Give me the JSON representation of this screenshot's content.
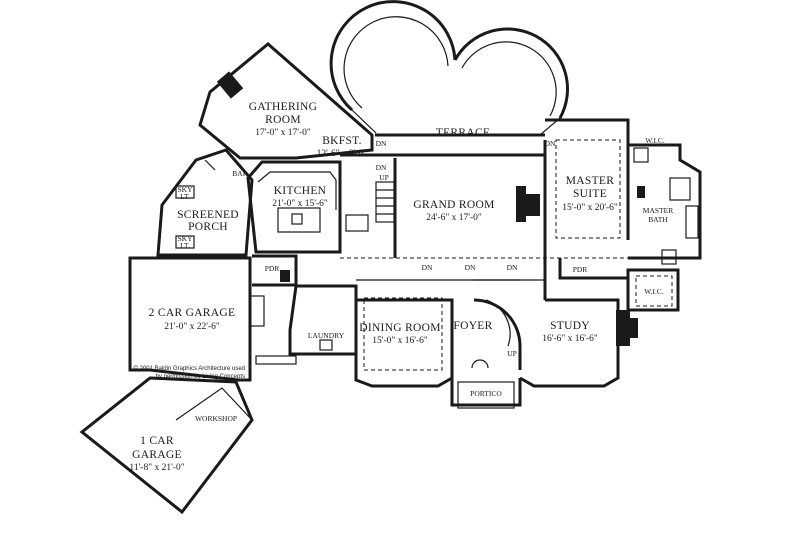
{
  "rooms": {
    "gathering": {
      "name_line1": "GATHERING",
      "name_line2": "ROOM",
      "dims": "17'-0\" x 17'-0\""
    },
    "bkfst": {
      "name": "BKFST.",
      "dims": "12'-6\" x 9'-0\""
    },
    "terrace": {
      "name": "TERRACE"
    },
    "kitchen": {
      "name": "KITCHEN",
      "dims": "21'-0\" x 15'-6\""
    },
    "bar": {
      "name": "BAR"
    },
    "screened_porch": {
      "name_line1": "SCREENED",
      "name_line2": "PORCH"
    },
    "grand_room": {
      "name": "GRAND ROOM",
      "dims": "24'-6\" x 17'-0\""
    },
    "master_suite": {
      "name_line1": "MASTER",
      "name_line2": "SUITE",
      "dims": "15'-0\" x 20'-6\""
    },
    "wic_top": {
      "name": "W.I.C."
    },
    "master_bath": {
      "name_line1": "MASTER",
      "name_line2": "BATH"
    },
    "wic_bottom": {
      "name": "W.I.C."
    },
    "pdr_left": {
      "name": "PDR"
    },
    "pdr_right": {
      "name": "PDR"
    },
    "garage2": {
      "name": "2 CAR GARAGE",
      "dims": "21'-0\" x 22'-6\""
    },
    "laundry": {
      "name": "LAUNDRY"
    },
    "dining": {
      "name": "DINING ROOM",
      "dims": "15'-0\" x 16'-6\""
    },
    "foyer": {
      "name": "FOYER"
    },
    "study": {
      "name": "STUDY",
      "dims": "16'-6\" x 16'-6\""
    },
    "portico": {
      "name": "PORTICO"
    },
    "workshop": {
      "name": "WORKSHOP"
    },
    "garage1": {
      "name_line1": "1 CAR",
      "name_line2": "GARAGE",
      "dims": "11'-8\" x 21'-0\""
    }
  },
  "markers": {
    "dn": "DN",
    "up": "UP",
    "skylight_line1": "SKY",
    "skylight_line2": "LT."
  },
  "copyright": {
    "line1": "© 2001 Baldin Graphics Architecture used",
    "line2": "by permission by Living Concepts"
  }
}
